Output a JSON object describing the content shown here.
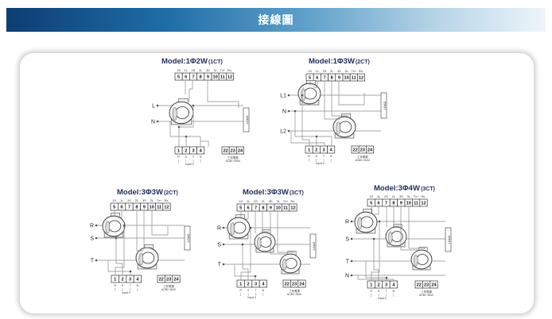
{
  "header": {
    "title": "接線圖"
  },
  "terminal_header": [
    "1S",
    "1L",
    "2S",
    "2L",
    "3S",
    "3L",
    "Tx+",
    "Rx-"
  ],
  "load_label": "LOAD",
  "input_v_label": "Input V",
  "power_label_lines": [
    "工作電源",
    "AC80~264V"
  ],
  "diagrams": [
    {
      "id": "d1",
      "title_main": "Model:1Φ2W",
      "title_sub": "(1CT)",
      "top_terminals": [
        "5",
        "6",
        "7",
        "8",
        "9",
        "10",
        "11",
        "12"
      ],
      "bottom_terminals": [
        "1",
        "2",
        "3",
        "4"
      ],
      "bottom_sub": [
        "R",
        "S",
        "T",
        "N"
      ],
      "power_terminals": [
        "22",
        "23",
        "24"
      ],
      "lines": [
        "L",
        "N"
      ]
    },
    {
      "id": "d2",
      "title_main": "Model:1Φ3W",
      "title_sub": "(2CT)",
      "top_terminals": [
        "5",
        "6",
        "7",
        "8",
        "9",
        "10",
        "11",
        "12"
      ],
      "bottom_terminals": [
        "1",
        "2",
        "3",
        "4"
      ],
      "bottom_sub": [
        "R",
        "S",
        "T",
        "N"
      ],
      "power_terminals": [
        "22",
        "23",
        "24"
      ],
      "lines": [
        "L1",
        "N",
        "L2"
      ]
    },
    {
      "id": "d3",
      "title_main": "Model:3Φ3W",
      "title_sub": "(2CT)",
      "top_terminals": [
        "5",
        "6",
        "7",
        "8",
        "9",
        "10",
        "11",
        "12"
      ],
      "bottom_terminals": [
        "1",
        "2",
        "3",
        "4"
      ],
      "bottom_sub": [
        "R",
        "S",
        "T",
        "N"
      ],
      "power_terminals": [
        "22",
        "23",
        "24"
      ],
      "lines": [
        "R",
        "S",
        "T"
      ]
    },
    {
      "id": "d4",
      "title_main": "Model:3Φ3W",
      "title_sub": "(3CT)",
      "top_terminals": [
        "5",
        "6",
        "7",
        "8",
        "9",
        "10",
        "11",
        "12"
      ],
      "bottom_terminals": [
        "1",
        "2",
        "3",
        "4"
      ],
      "bottom_sub": [
        "R",
        "S",
        "T",
        "N"
      ],
      "power_terminals": [
        "22",
        "23",
        "24"
      ],
      "lines": [
        "R",
        "S",
        "T"
      ]
    },
    {
      "id": "d5",
      "title_main": "Model:3Φ4W",
      "title_sub": "(3CT)",
      "top_terminals": [
        "5",
        "6",
        "7",
        "8",
        "9",
        "10",
        "11",
        "12"
      ],
      "bottom_terminals": [
        "1",
        "2",
        "3",
        "4"
      ],
      "bottom_sub": [
        "R",
        "S",
        "T",
        "N"
      ],
      "power_terminals": [
        "22",
        "23",
        "24"
      ],
      "lines": [
        "R",
        "S",
        "T",
        "N"
      ]
    }
  ]
}
